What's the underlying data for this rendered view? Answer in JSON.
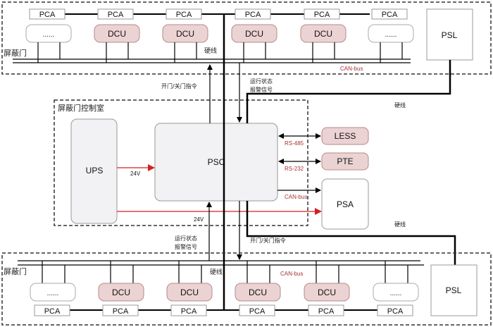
{
  "colors": {
    "dcu_fill": "#ecd3d3",
    "dcu_stroke": "#b58a8a",
    "psc_fill": "#f2f1f3",
    "power_line": "#d42020",
    "bus_label": "#a83232"
  },
  "top_group": {
    "label": "屏蔽门",
    "pca": [
      "PCA",
      "PCA",
      "PCA",
      "PCA",
      "PCA",
      "PCA"
    ],
    "units": [
      "......",
      "DCU",
      "DCU",
      "DCU",
      "DCU",
      "......"
    ],
    "hardwire_label": "硬线",
    "bus_label": "CAN-bus",
    "psl": "PSL"
  },
  "bottom_group": {
    "label": "屏蔽门",
    "pca": [
      "PCA",
      "PCA",
      "PCA",
      "PCA",
      "PCA",
      "PCA"
    ],
    "units": [
      "......",
      "DCU",
      "DCU",
      "DCU",
      "DCU",
      "......"
    ],
    "hardwire_label": "硬线",
    "bus_label": "CAN-bus",
    "psl": "PSL"
  },
  "control_room": {
    "label": "屏蔽门控制室",
    "ups": "UPS",
    "psc": "PSC",
    "ups_to_psc_voltage": "24V",
    "ups_to_bottom_voltage": "24V"
  },
  "peripherals": {
    "less": "LESS",
    "pte": "PTE",
    "psa": "PSA",
    "rs485": "RS-485",
    "rs232": "RS-232",
    "canbus": "CAN-bus"
  },
  "signals": {
    "top_command": "开门/关门指令",
    "top_status_1": "运行状态",
    "top_status_2": "报警信号",
    "bottom_status_1": "运行状态",
    "bottom_status_2": "报警信号",
    "bottom_command": "开门/关门指令",
    "right_hardwire_top": "硬线",
    "right_hardwire_bottom": "硬线"
  }
}
